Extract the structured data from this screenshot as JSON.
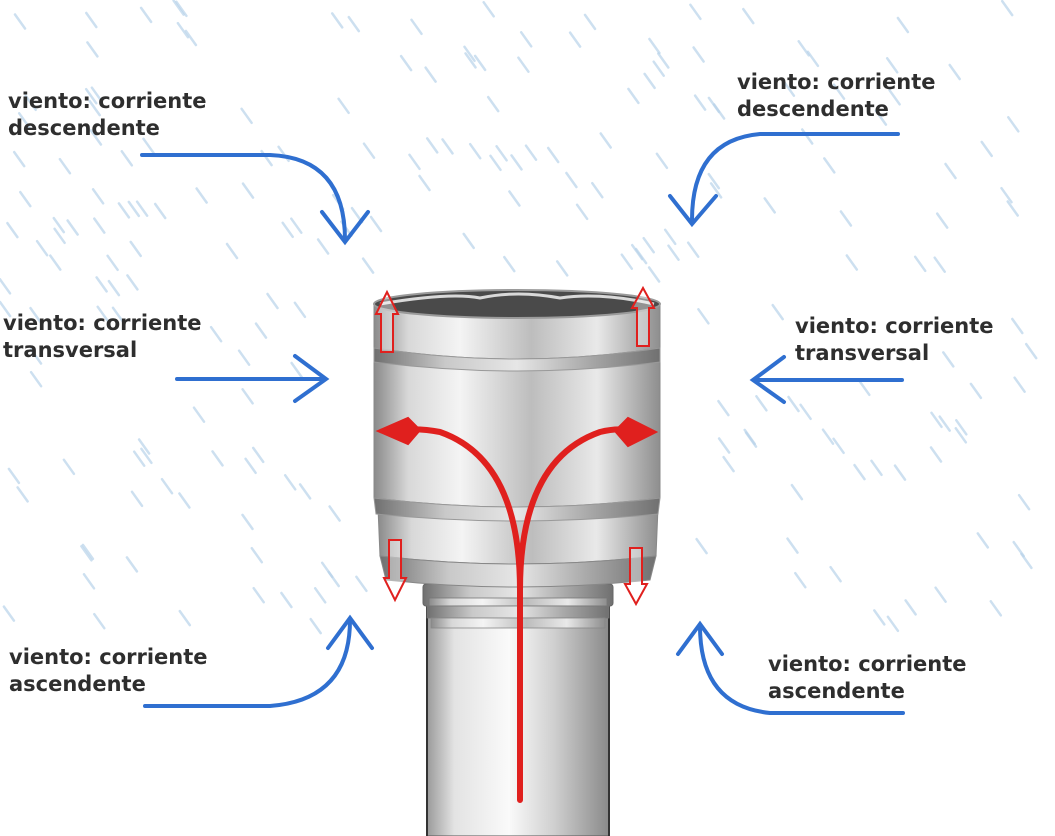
{
  "labels": {
    "top_left": {
      "line1": "viento: corriente",
      "line2": "descendente"
    },
    "top_right": {
      "line1": "viento: corriente",
      "line2": "descendente"
    },
    "mid_left": {
      "line1": "viento: corriente",
      "line2": "transversal"
    },
    "mid_right": {
      "line1": "viento: corriente",
      "line2": "transversal"
    },
    "bottom_left": {
      "line1": "viento: corriente",
      "line2": "ascendente"
    },
    "bottom_right": {
      "line1": "viento: corriente",
      "line2": "ascendente"
    }
  },
  "colors": {
    "wind_arrow": "#2f6fd0",
    "flow_arrow": "#e0201e",
    "rain": "#b9d3ea",
    "text": "#2e2e2e"
  }
}
